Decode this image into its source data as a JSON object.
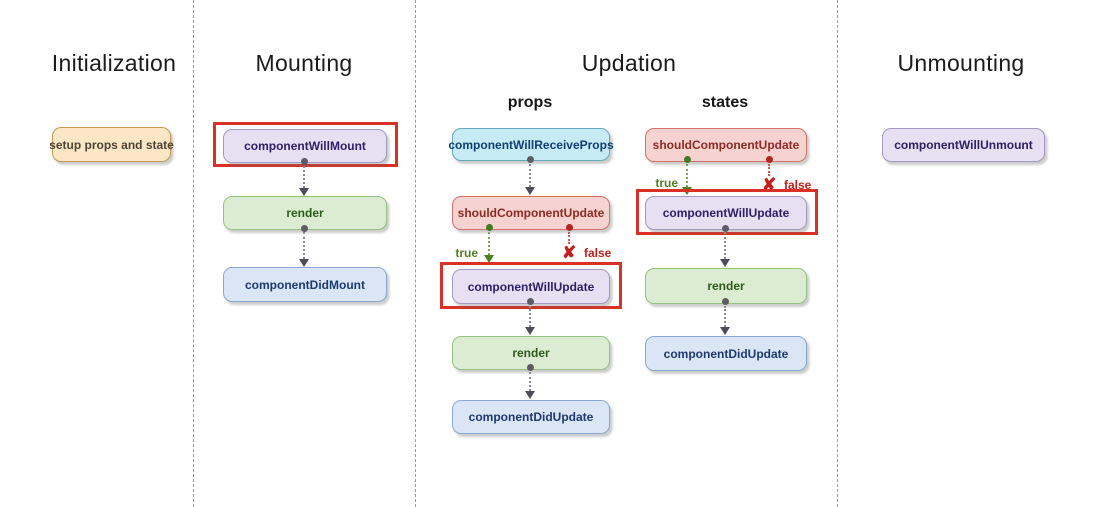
{
  "headers": {
    "initialization": "Initialization",
    "mounting": "Mounting",
    "updation": "Updation",
    "unmounting": "Unmounting"
  },
  "subheaders": {
    "props": "props",
    "states": "states"
  },
  "branch": {
    "true_label": "true",
    "false_label": "false",
    "x_mark": "✘"
  },
  "boxes": {
    "setup": "setup props and state",
    "component_will_mount": "componentWillMount",
    "render": "render",
    "component_did_mount": "componentDidMount",
    "component_will_receive_props": "componentWillReceiveProps",
    "should_component_update": "shouldComponentUpdate",
    "component_will_update": "componentWillUpdate",
    "component_did_update": "componentDidUpdate",
    "component_will_unmount": "componentWillUnmount"
  },
  "colors": {
    "highlight_frame": "#d93125",
    "separator": "#9c9c94",
    "connector": "#8a8a96",
    "arrow": "#4c4c5a",
    "true_branch": "#3f7d20",
    "false_branch": "#c2201a",
    "box_yellow_bg": "#fbe7c6",
    "box_purple_bg": "#e7e0f2",
    "box_green_bg": "#dcecd2",
    "box_blue_bg": "#dae6f6",
    "box_cyan_bg": "#c7ebf5",
    "box_pink_bg": "#f6d3d0"
  }
}
